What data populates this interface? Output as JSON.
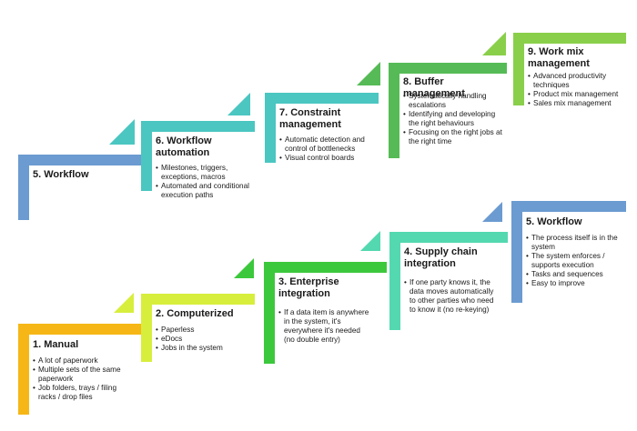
{
  "colors": {
    "blue": "#6B9BD0",
    "teal": "#4BC6C1",
    "green_light": "#8ACF4A",
    "green": "#3CC83C",
    "green_mid": "#56BB56",
    "mint": "#53D8B0",
    "lime": "#D8EE3C",
    "amber": "#F6B716"
  },
  "top_row": [
    {
      "title": "5. Workflow",
      "items": [],
      "color_key": "blue"
    },
    {
      "title": "6. Workflow automation",
      "items": [
        "Milestones, triggers, exceptions, macros",
        "Automated and conditional execution paths"
      ],
      "color_key": "teal"
    },
    {
      "title": "7. Constraint management",
      "items": [
        "Automatic detection and control of bottlenecks",
        "Visual control boards"
      ],
      "color_key": "teal"
    },
    {
      "title": "8. Buffer management",
      "items": [
        "Systematically handling escalations",
        "Identifying and developing the right behaviours",
        "Focusing on the right jobs at the right time"
      ],
      "color_key": "green_mid"
    },
    {
      "title": "9. Work mix management",
      "items": [
        "Advanced productivity techniques",
        "Product mix management",
        "Sales mix management"
      ],
      "color_key": "green_light"
    }
  ],
  "bottom_row": [
    {
      "title": "1. Manual",
      "items": [
        "A lot of paperwork",
        "Multiple sets of the same paperwork",
        "Job folders, trays / filing racks / drop files"
      ],
      "color_key": "amber"
    },
    {
      "title": "2. Computerized",
      "items": [
        "Paperless",
        "eDocs",
        "Jobs in the system"
      ],
      "color_key": "lime"
    },
    {
      "title": "3. Enterprise integration",
      "items": [
        "If a data item is anywhere in the system, it's everywhere it's needed (no double entry)"
      ],
      "color_key": "green"
    },
    {
      "title": "4. Supply chain integration",
      "items": [
        "If one party knows it, the data moves automatically to other parties who need to know it (no re-keying)"
      ],
      "color_key": "mint"
    },
    {
      "title": "5. Workflow",
      "items": [
        "The process itself is in the system",
        "The system enforces / supports execution",
        "Tasks and sequences",
        "Easy to improve"
      ],
      "color_key": "blue"
    }
  ]
}
